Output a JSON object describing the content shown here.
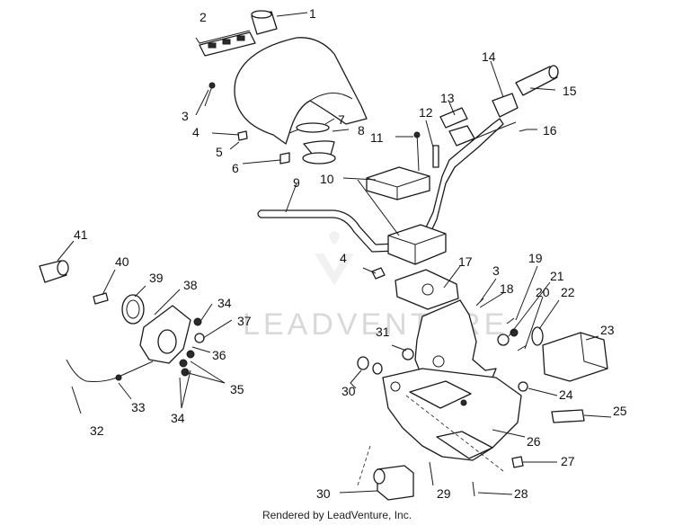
{
  "watermark": "LEADVENTURE",
  "footer": "Rendered by LeadVenture, Inc.",
  "callouts": [
    "1",
    "2",
    "3",
    "4",
    "5",
    "6",
    "7",
    "8",
    "9",
    "10",
    "11",
    "12",
    "13",
    "14",
    "15",
    "16",
    "3",
    "4",
    "17",
    "18",
    "19",
    "20",
    "21",
    "22",
    "23",
    "24",
    "25",
    "26",
    "27",
    "28",
    "29",
    "30",
    "30",
    "31",
    "32",
    "33",
    "34",
    "34",
    "35",
    "36",
    "37",
    "38",
    "39",
    "40",
    "41"
  ]
}
